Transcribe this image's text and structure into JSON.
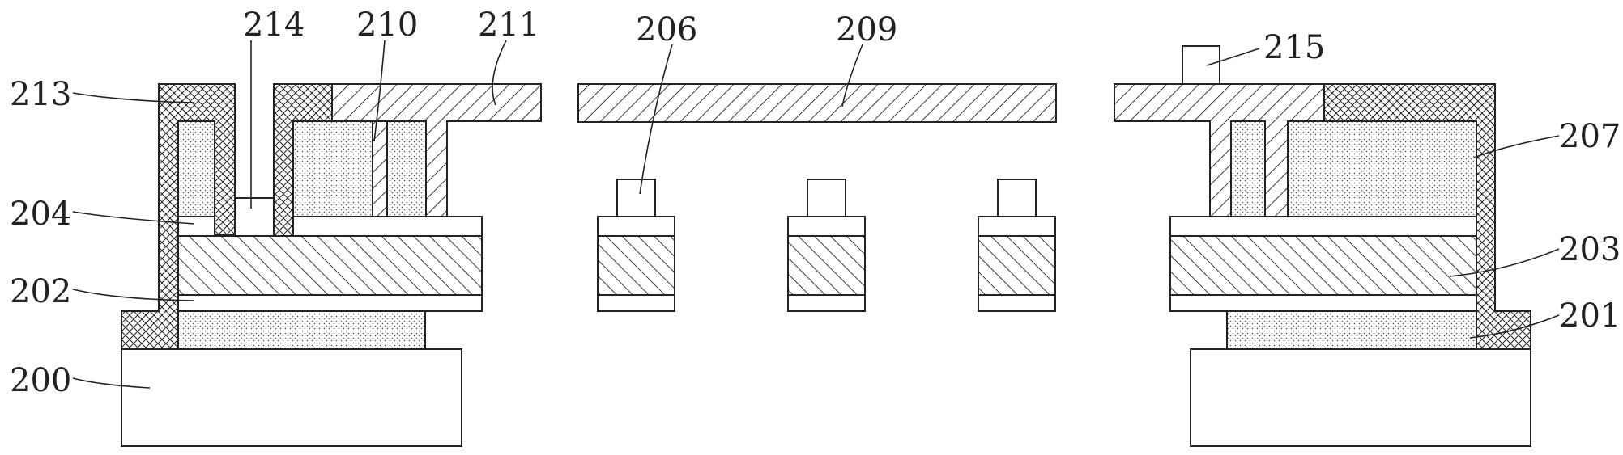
{
  "labels": {
    "l200": "200",
    "l201": "201",
    "l202": "202",
    "l203": "203",
    "l204": "204",
    "l206": "206",
    "l207": "207",
    "l209": "209",
    "l210": "210",
    "l211": "211",
    "l213": "213",
    "l214": "214",
    "l215": "215"
  },
  "colors": {
    "line": "#222222",
    "fill": "#ffffff"
  }
}
